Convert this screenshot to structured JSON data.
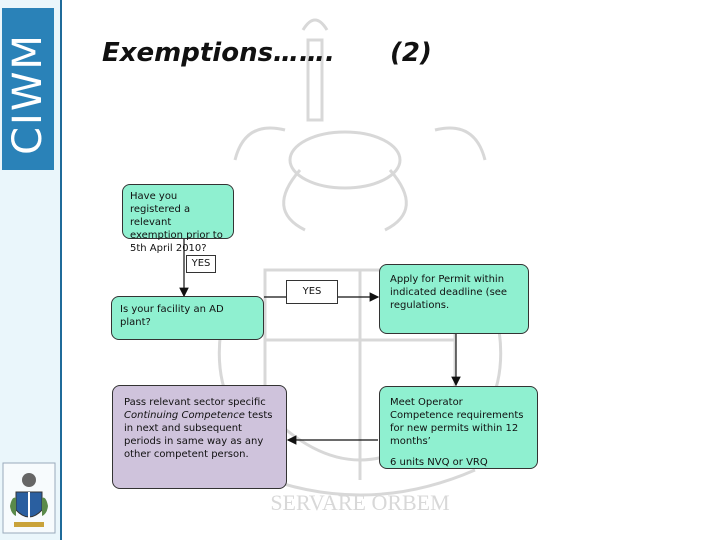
{
  "brand": {
    "logo_text": "CIWM",
    "watermark_motto": "SERVARE ORBEM"
  },
  "header": {
    "title": "Exemptions…….",
    "page_number": "(2)"
  },
  "flow": {
    "q1": "Have you registered a relevant exemption prior to 5th April 2010?",
    "yes1": "YES",
    "q2": "Is your facility an AD plant?",
    "yes2": "YES",
    "apply": "Apply for Permit within indicated deadline (see regulations.",
    "pass_pre": "Pass relevant sector specific ",
    "pass_em": "Continuing Competence",
    "pass_post": " tests in next and subsequent periods in same way as any other competent person.",
    "meet": "Meet Operator Competence requirements for new permits within 12 months’",
    "meet_sub": "6 units NVQ or VRQ"
  },
  "colors": {
    "accent": "#2a82b8",
    "node_green": "#8ff0d0",
    "node_purple": "#cfc3dc"
  }
}
